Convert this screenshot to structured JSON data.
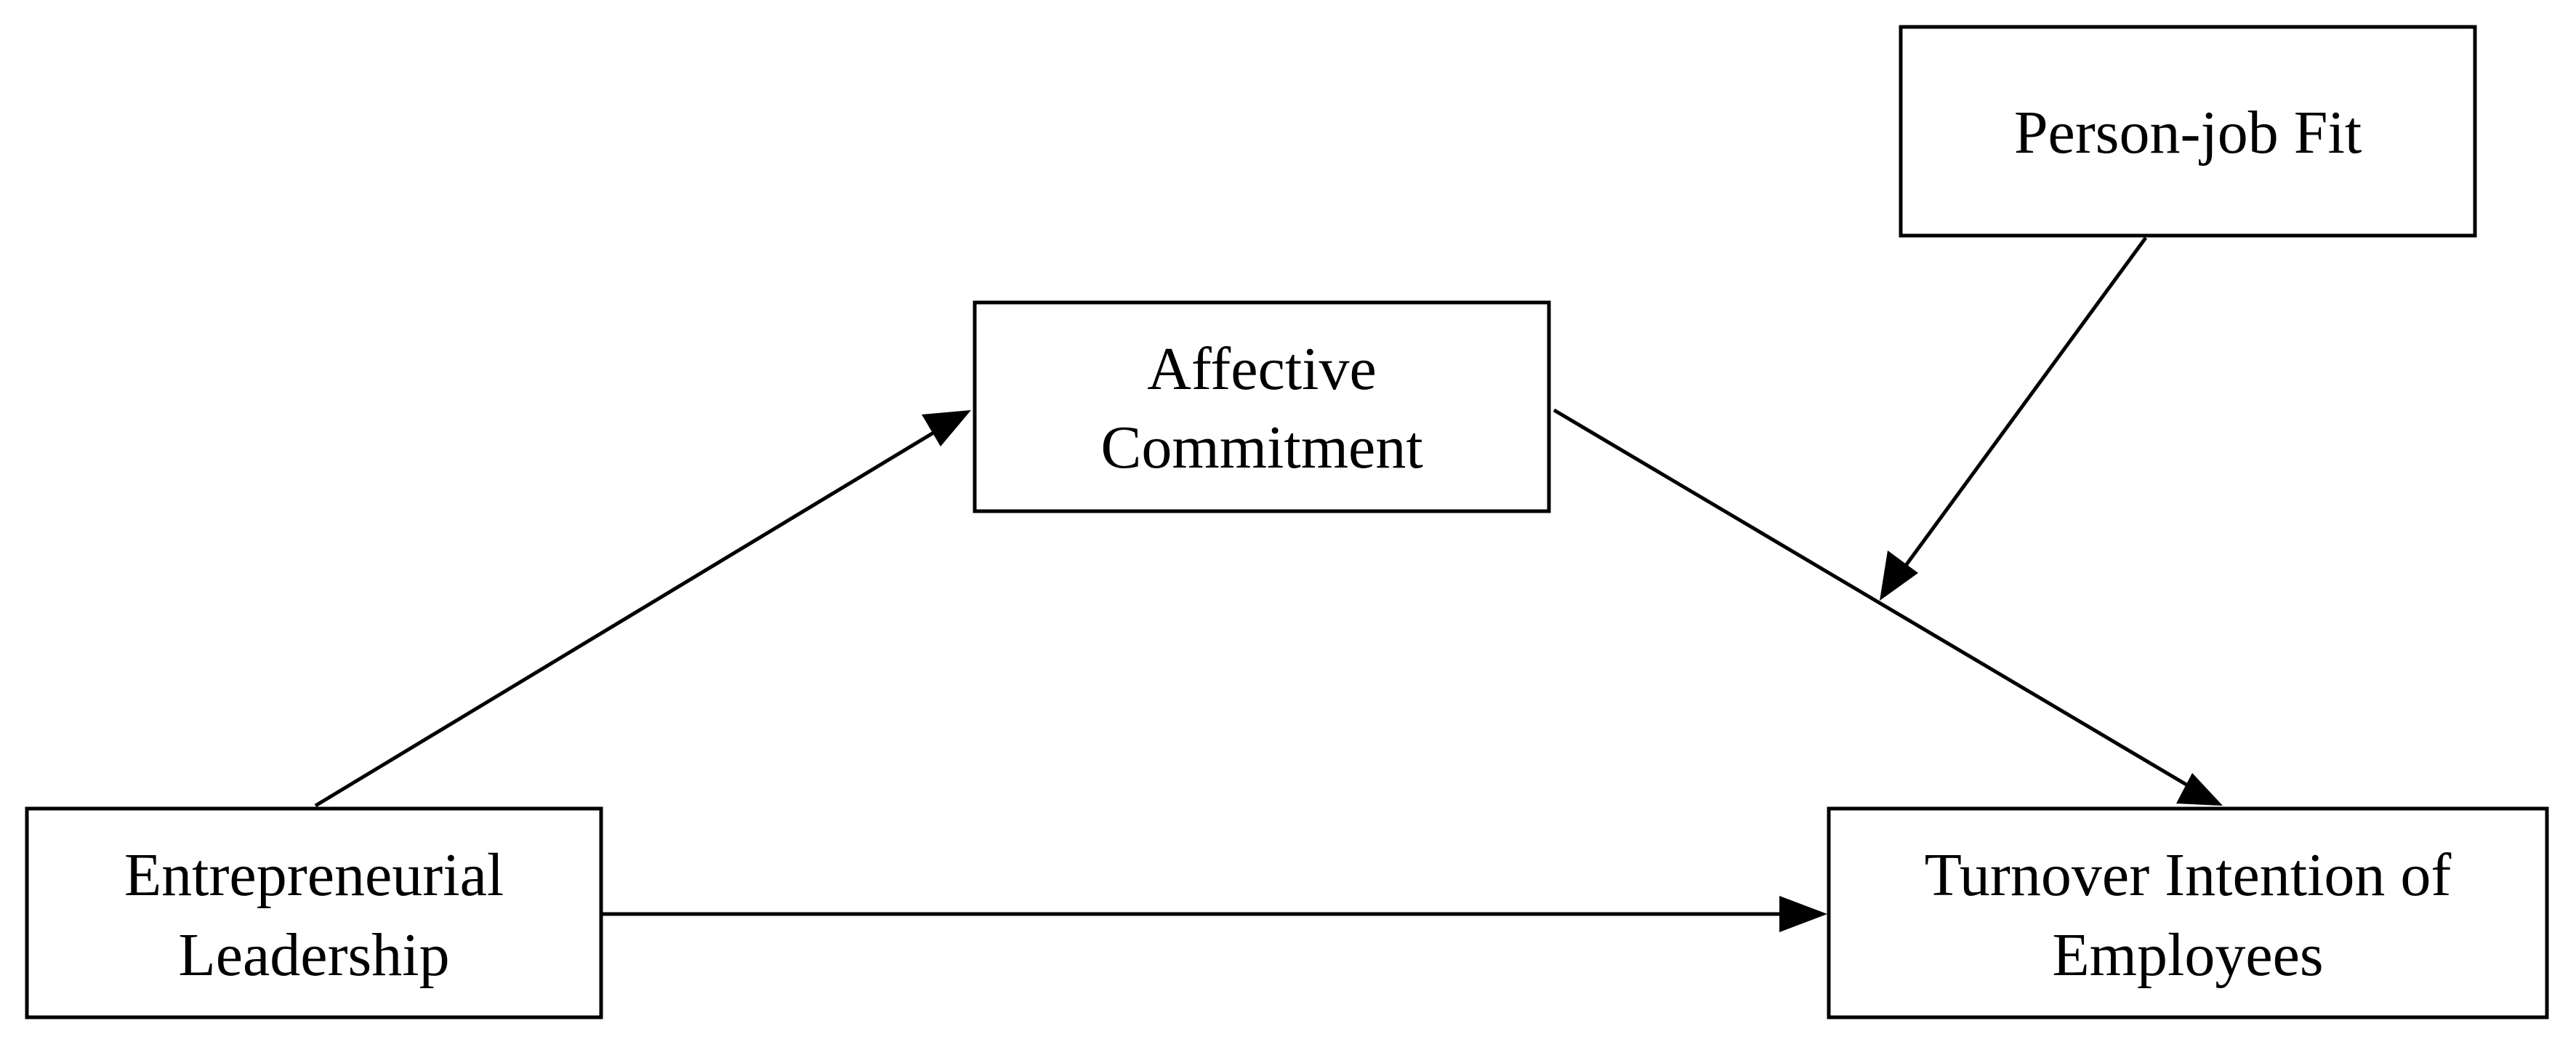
{
  "diagram": {
    "nodes": {
      "person_job_fit": {
        "line1": "Person-job Fit"
      },
      "affective_commitment": {
        "line1": "Affective",
        "line2": "Commitment"
      },
      "entrepreneurial_leadership": {
        "line1": "Entrepreneurial",
        "line2": "Leadership"
      },
      "turnover_intention": {
        "line1": "Turnover Intention of",
        "line2": "Employees"
      }
    },
    "colors": {
      "stroke": "#000000",
      "fill": "#ffffff"
    }
  }
}
